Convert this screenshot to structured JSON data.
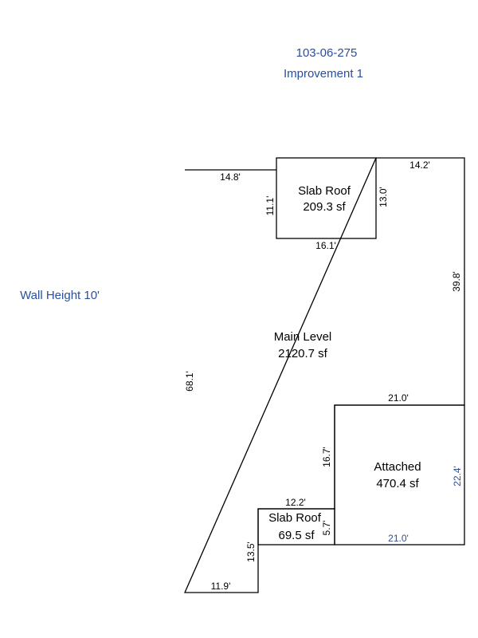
{
  "header": {
    "parcel_id": "103-06-275",
    "improvement": "Improvement 1"
  },
  "wall_height": "Wall Height 10'",
  "colors": {
    "label_blue": "#2a4f9a",
    "line": "#000000"
  },
  "areas": {
    "main": {
      "name": "Main Level",
      "area": "2120.7 sf"
    },
    "slab_top": {
      "name": "Slab Roof",
      "area": "209.3 sf"
    },
    "attached": {
      "name": "Attached",
      "area": "470.4 sf"
    },
    "slab_bottom": {
      "name": "Slab Roof",
      "area": "69.5 sf"
    }
  },
  "dims": {
    "main_top_left": "14.8'",
    "main_top_right": "14.2'",
    "slab_left": "11.1'",
    "slab_right": "13.0'",
    "slab_bottom": "16.1'",
    "right": "39.8'",
    "left": "68.1'",
    "attached_top": "21.0'",
    "attached_left": "16.7'",
    "attached_right": "22.4'",
    "attached_bottom": "21.0'",
    "slab2_top": "12.2'",
    "slab2_right": "5.7'",
    "step_left": "13.5'",
    "bottom": "11.9'"
  }
}
